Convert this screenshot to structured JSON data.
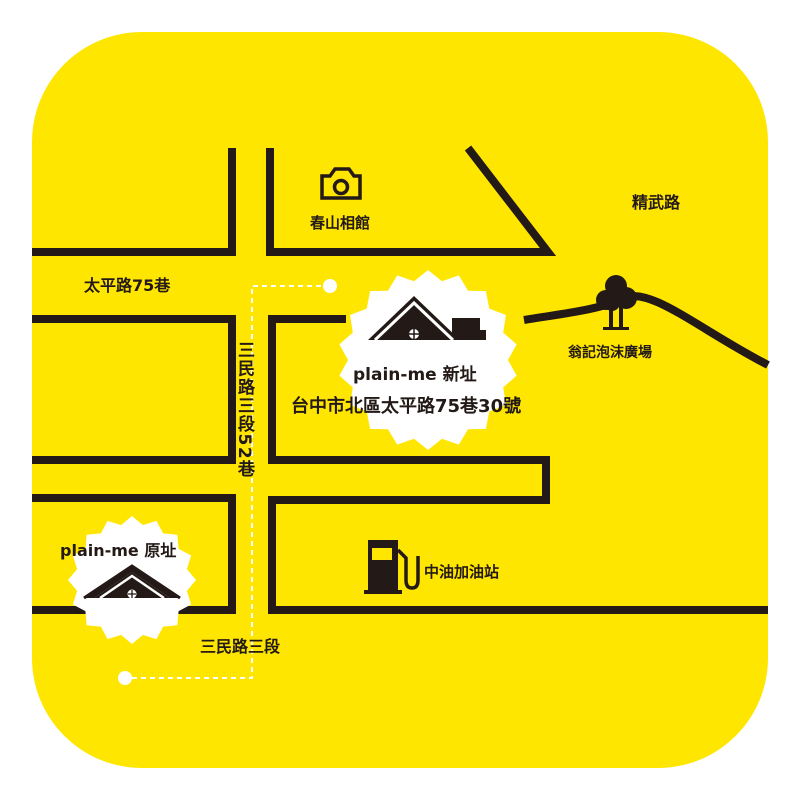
{
  "colors": {
    "background": "#ffe600",
    "road": "#231916",
    "badge": "#ffffff",
    "route": "#ffffff"
  },
  "labels": {
    "taiping_lane75": "太平路75巷",
    "photo_studio": "春山相館",
    "jingwu_road": "精武路",
    "weng_ji_plaza": "翁記泡沫廣場",
    "sanmin_lane52": "三民路三段52巷",
    "sanmin_sec3": "三民路三段",
    "gas_station": "中油加油站"
  },
  "new_location": {
    "title": "plain-me 新址",
    "address": "台中市北區太平路75巷30號"
  },
  "old_location": {
    "title": "plain-me 原址"
  },
  "icons": {
    "photo_studio": "camera-icon",
    "weng_ji_plaza": "tree-icon",
    "gas_station": "fuel-pump-icon",
    "new_location": "house-icon",
    "old_location": "house-icon"
  }
}
